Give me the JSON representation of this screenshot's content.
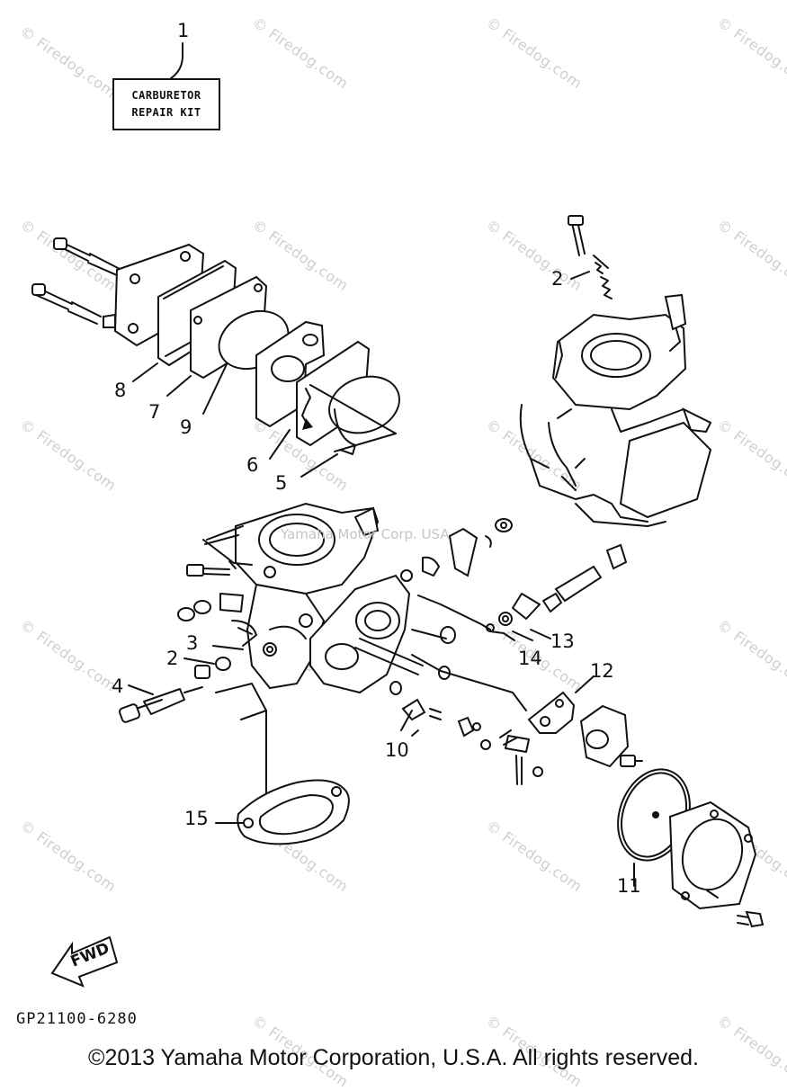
{
  "repair_kit": {
    "line1": "CARBURETOR",
    "line2": "REPAIR KIT",
    "callout": "1"
  },
  "callouts": {
    "c1": "1",
    "c2_top": "2",
    "c2_mid": "2",
    "c3": "3",
    "c4": "4",
    "c5": "5",
    "c6": "6",
    "c7": "7",
    "c8": "8",
    "c9": "9",
    "c10": "10",
    "c11": "11",
    "c12": "12",
    "c13": "13",
    "c14": "14",
    "c15": "15"
  },
  "fwd_label": "FWD",
  "drawing_code": "GP21100-6280",
  "copyright": "©2013 Yamaha Motor Corporation, U.S.A. All rights reserved.",
  "faint_text": "Yamaha Motor Corp. USA",
  "watermark_text": "© Firedog.com"
}
